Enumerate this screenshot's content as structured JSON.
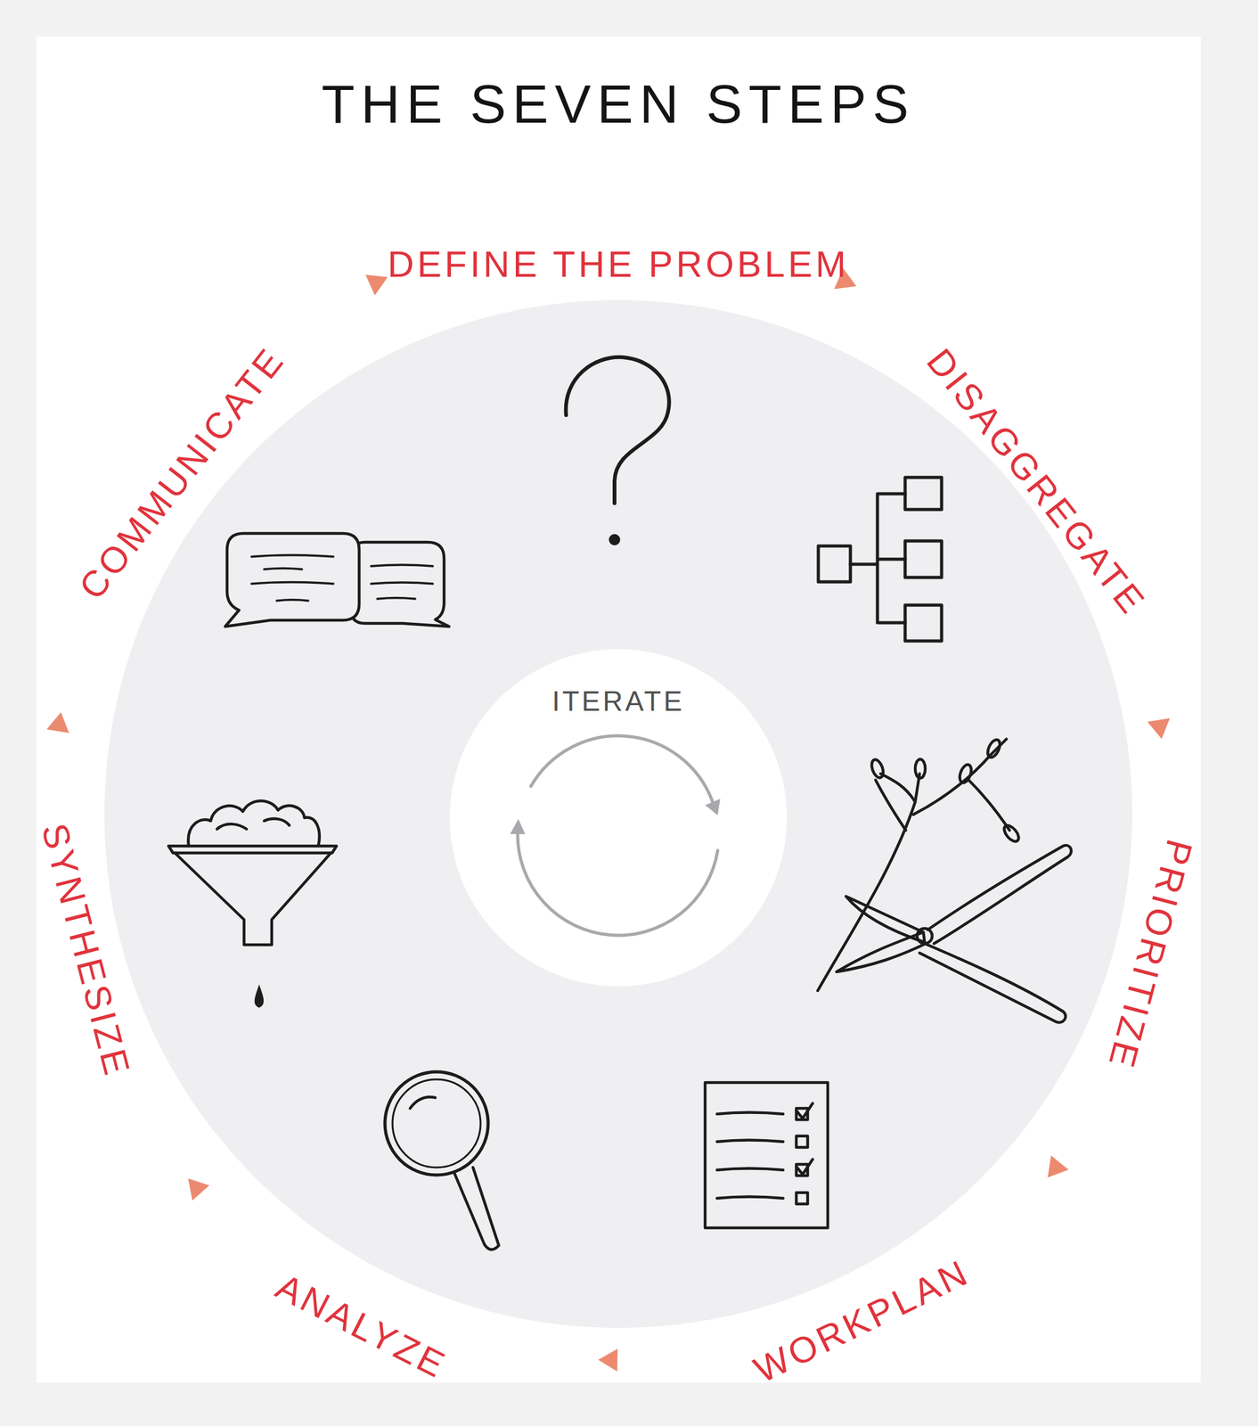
{
  "diagram": {
    "title": "THE SEVEN STEPS",
    "nodes": [
      {
        "text": [
          "ITERATE"
        ]
      }
    ],
    "labels": [
      "DEFINE THE PROBLEM",
      "DISAGGREGATE",
      "PRIORITIZE",
      "WORKPLAN",
      "ANALYZE",
      "SYNTHESIZE",
      "COMMUNICATE"
    ]
  }
}
